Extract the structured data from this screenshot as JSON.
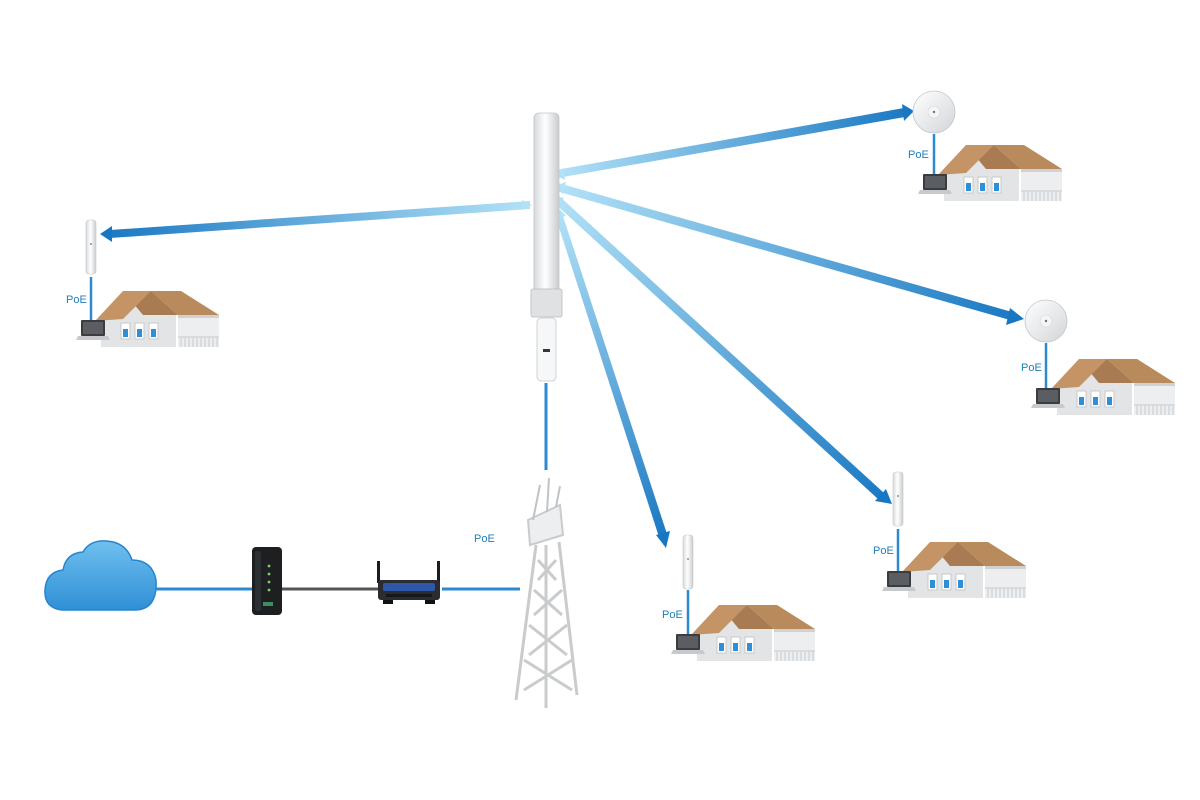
{
  "labels": {
    "poe_left_station": "PoE",
    "poe_tower": "PoE",
    "poe_station_top_right": "PoE",
    "poe_station_mid_right": "PoE",
    "poe_station_bottom_center": "PoE",
    "poe_station_bottom_right": "PoE"
  },
  "colors": {
    "link_dark": "#1a7fc4",
    "link_light": "#a9dcf4",
    "cable_blue": "#2b8ad0",
    "cable_gray": "#555555",
    "cloud": "#3a9ad9",
    "roof": "#b0835a",
    "house_wall": "#e4e6e8"
  },
  "icons": {
    "cloud": "cloud-icon",
    "modem": "modem-icon",
    "router": "router-icon",
    "tower": "tower-icon",
    "sector_antenna": "sector-antenna-icon",
    "sector_client": "sector-client-icon",
    "dish_client": "dish-client-icon",
    "house": "house-icon",
    "laptop": "laptop-icon"
  }
}
